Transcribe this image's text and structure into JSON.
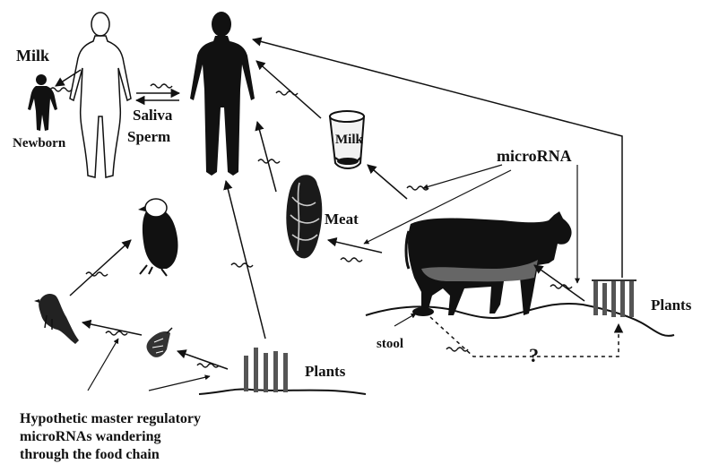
{
  "labels": {
    "milk_human": "Milk",
    "newborn": "Newborn",
    "saliva": "Saliva",
    "sperm": "Sperm",
    "milk_glass": "Milk",
    "microrna": "microRNA",
    "meat": "Meat",
    "plants_right": "Plants",
    "plants_bottom": "Plants",
    "stool": "stool",
    "question": "?",
    "caption_line1": "Hypothetic master regulatory",
    "caption_line2": "microRNAs wandering",
    "caption_line3": "through the food chain"
  },
  "icons": {
    "newborn": "newborn-icon",
    "mother": "woman-outline-icon",
    "adult": "human-silhouette-icon",
    "milk_glass": "glass-icon",
    "meat": "meat-icon",
    "cow": "cow-icon",
    "eagle": "eagle-icon",
    "songbird": "bird-icon",
    "butterfly": "butterfly-icon",
    "plants": "plant-stalks-icon"
  },
  "colors": {
    "ink": "#111111",
    "gray": "#777777",
    "background": "#ffffff"
  }
}
